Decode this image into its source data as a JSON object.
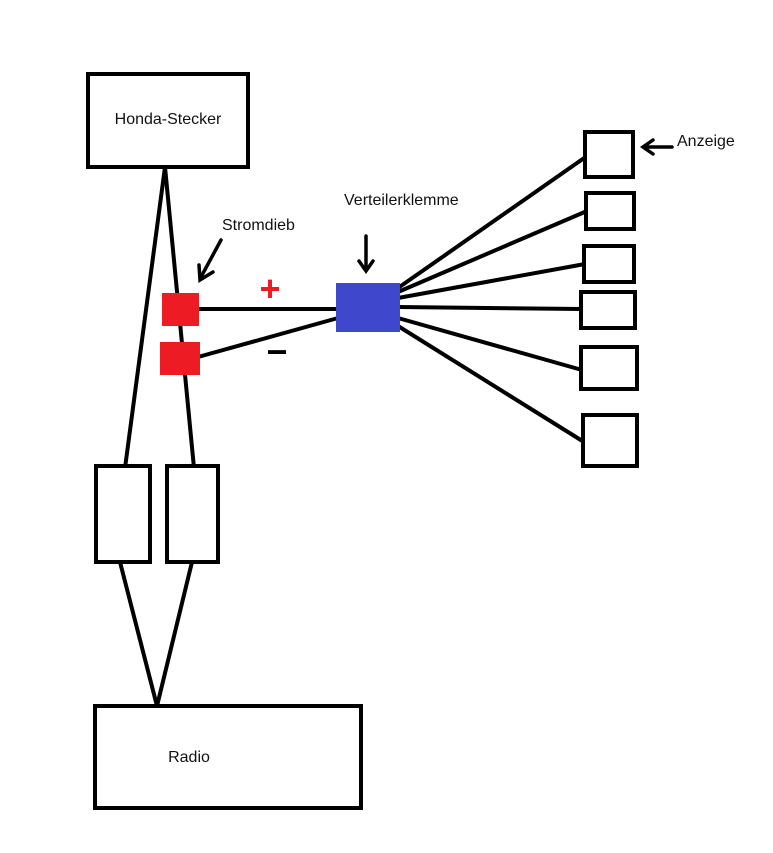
{
  "labels": {
    "honda_connector": "Honda-Stecker",
    "fuse_tap": "Stromdieb",
    "distribution_terminal": "Verteilerklemme",
    "display": "Anzeige",
    "radio": "Radio",
    "plus": "+",
    "minus": "−"
  },
  "colors": {
    "fuse_tap": "#ed1c24",
    "distribution_terminal": "#3f48cc",
    "plus": "#ed1c24",
    "minus": "#000000",
    "lines": "#000000"
  },
  "icons": [
    "arrow-down-left-icon",
    "arrow-down-icon",
    "arrow-left-icon"
  ]
}
